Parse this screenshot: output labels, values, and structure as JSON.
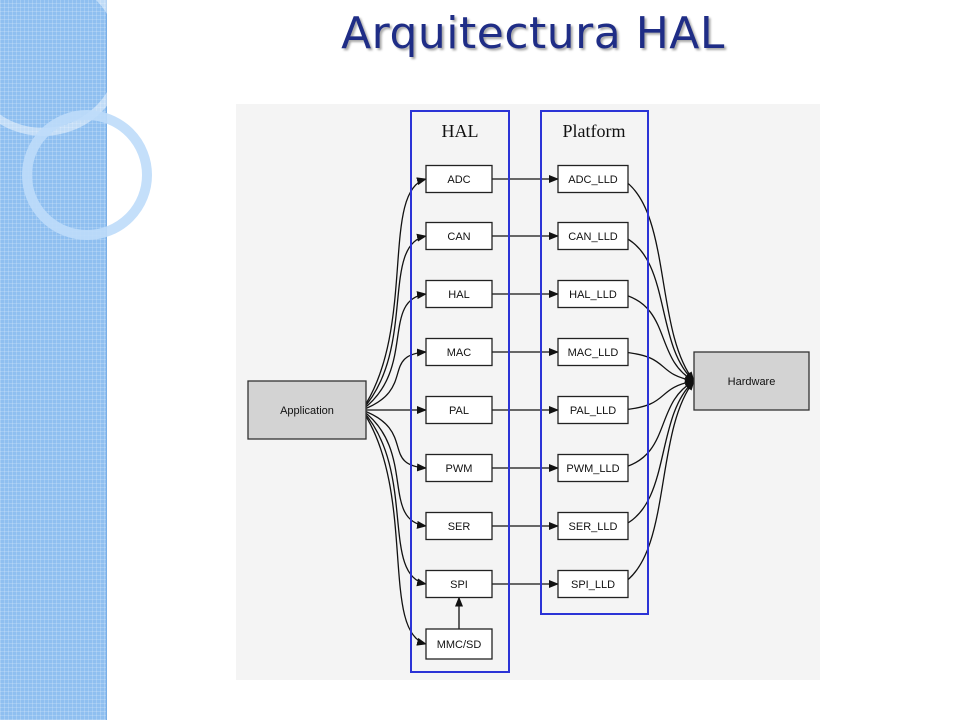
{
  "slide": {
    "title": "Arquitectura HAL"
  },
  "diagram": {
    "source_node": "Application",
    "target_node": "Hardware",
    "clusters": {
      "hal": "HAL",
      "platform": "Platform"
    },
    "hal_nodes": [
      "ADC",
      "CAN",
      "HAL",
      "MAC",
      "PAL",
      "PWM",
      "SER",
      "SPI",
      "MMC/SD"
    ],
    "platform_nodes": [
      "ADC_LLD",
      "CAN_LLD",
      "HAL_LLD",
      "MAC_LLD",
      "PAL_LLD",
      "PWM_LLD",
      "SER_LLD",
      "SPI_LLD"
    ],
    "edges": [
      {
        "from": "Application",
        "to": "ADC"
      },
      {
        "from": "Application",
        "to": "CAN"
      },
      {
        "from": "Application",
        "to": "HAL"
      },
      {
        "from": "Application",
        "to": "MAC"
      },
      {
        "from": "Application",
        "to": "PAL"
      },
      {
        "from": "Application",
        "to": "PWM"
      },
      {
        "from": "Application",
        "to": "SER"
      },
      {
        "from": "Application",
        "to": "SPI"
      },
      {
        "from": "Application",
        "to": "MMC/SD"
      },
      {
        "from": "MMC/SD",
        "to": "SPI"
      },
      {
        "from": "ADC",
        "to": "ADC_LLD"
      },
      {
        "from": "CAN",
        "to": "CAN_LLD"
      },
      {
        "from": "HAL",
        "to": "HAL_LLD"
      },
      {
        "from": "MAC",
        "to": "MAC_LLD"
      },
      {
        "from": "PAL",
        "to": "PAL_LLD"
      },
      {
        "from": "PWM",
        "to": "PWM_LLD"
      },
      {
        "from": "SER",
        "to": "SER_LLD"
      },
      {
        "from": "SPI",
        "to": "SPI_LLD"
      },
      {
        "from": "ADC_LLD",
        "to": "Hardware"
      },
      {
        "from": "CAN_LLD",
        "to": "Hardware"
      },
      {
        "from": "HAL_LLD",
        "to": "Hardware"
      },
      {
        "from": "MAC_LLD",
        "to": "Hardware"
      },
      {
        "from": "PAL_LLD",
        "to": "Hardware"
      },
      {
        "from": "PWM_LLD",
        "to": "Hardware"
      },
      {
        "from": "SER_LLD",
        "to": "Hardware"
      },
      {
        "from": "SPI_LLD",
        "to": "Hardware"
      }
    ]
  },
  "colors": {
    "title": "#1f2d86",
    "cluster_border": "#2b33d6",
    "left_band": "#8fbff0",
    "grey_node": "#d3d3d3"
  }
}
